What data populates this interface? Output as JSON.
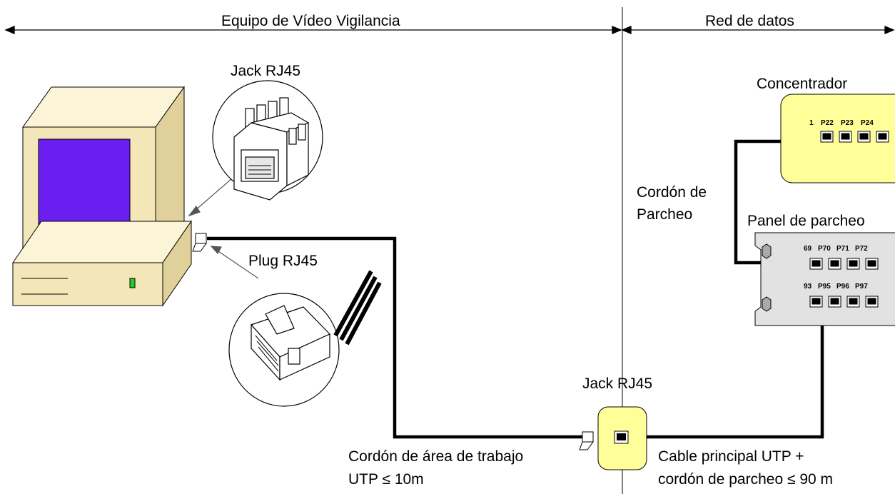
{
  "header": {
    "left_section": "Equipo de Vídeo Vigilancia",
    "right_section": "Red de datos"
  },
  "labels": {
    "jack_top": "Jack RJ45",
    "plug": "Plug RJ45",
    "concentrador": "Concentrador",
    "cordon_parcheo_1": "Cordón de",
    "cordon_parcheo_2": "Parcheo",
    "panel_parcheo": "Panel de parcheo",
    "jack_bottom": "Jack RJ45",
    "work_area_1": "Cordón de área de trabajo",
    "work_area_2": "UTP ≤ 10m",
    "main_cable_1": "Cable principal UTP +",
    "main_cable_2": "cordón de parcheo ≤ 90 m"
  },
  "concentrador_ports": [
    "1",
    "P22",
    "P23",
    "P24"
  ],
  "panel_ports_row1": [
    "69",
    "P70",
    "P71",
    "P72"
  ],
  "panel_ports_row2": [
    "93",
    "P95",
    "P96",
    "P97"
  ],
  "colors": {
    "monitor_beige": "#f3e6b8",
    "screen": "#6a1ff0",
    "device_yellow": "#ffff99",
    "panel_gray": "#e2e2e2",
    "led": "#22cc22"
  }
}
